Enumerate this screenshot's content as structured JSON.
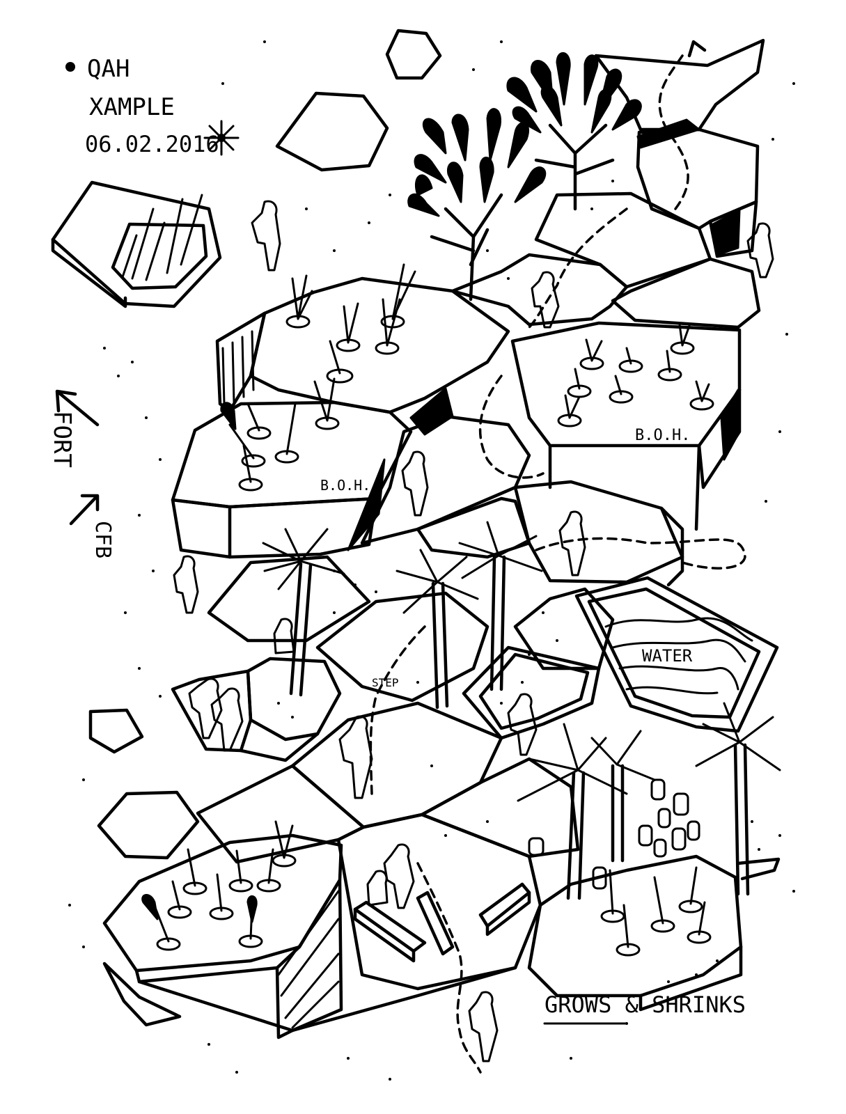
{
  "notes": {
    "line1": "QAH",
    "line2": "XAMPLE",
    "date": "06.02.2016"
  },
  "side_labels": {
    "left": "FORT",
    "right": "CFB"
  },
  "zone_labels": {
    "boh_left": "B.O.H.",
    "boh_right": "B.O.H.",
    "water": "WATER",
    "step": "STEP"
  },
  "caption": "GROWS & SHRINKS",
  "colors": {
    "ink": "#000000",
    "paper": "#ffffff"
  }
}
